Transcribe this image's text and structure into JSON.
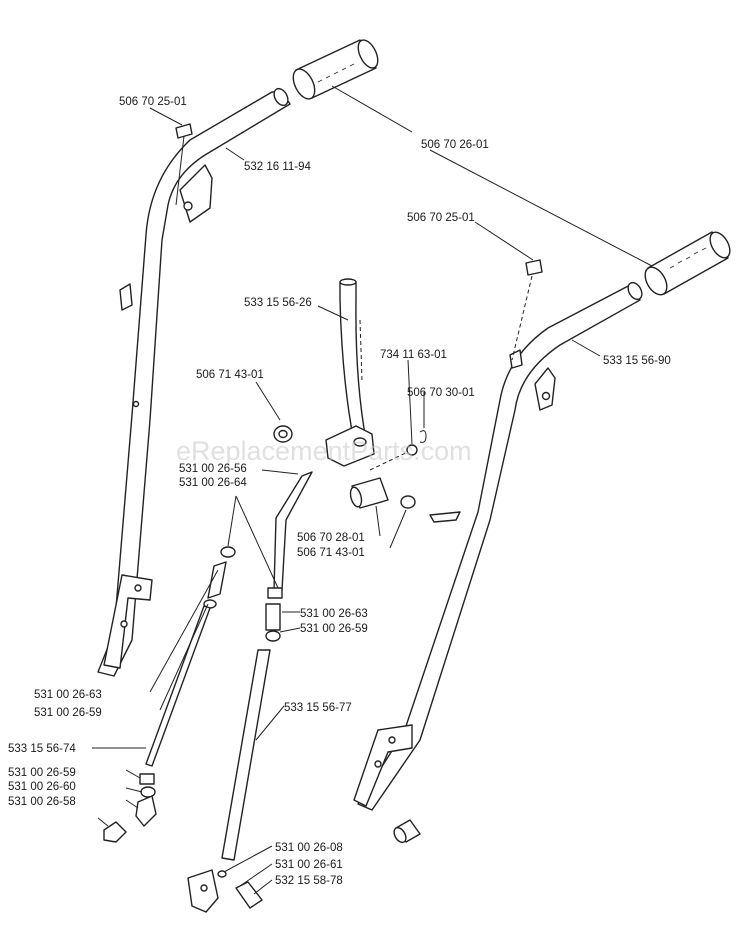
{
  "watermark": "eReplacementParts.com",
  "labels": [
    {
      "id": "l01",
      "text": "506 70 25-01"
    },
    {
      "id": "l02",
      "text": "532 16 11-94"
    },
    {
      "id": "l03",
      "text": "506 70 26-01"
    },
    {
      "id": "l04",
      "text": "506 70 25-01"
    },
    {
      "id": "l05",
      "text": "533 15 56-26"
    },
    {
      "id": "l06",
      "text": "734 11 63-01"
    },
    {
      "id": "l07",
      "text": "533 15 56-90"
    },
    {
      "id": "l08",
      "text": "506 71 43-01"
    },
    {
      "id": "l09",
      "text": "506 70 30-01"
    },
    {
      "id": "l10",
      "text": "531 00 26-56"
    },
    {
      "id": "l11",
      "text": "531 00 26-64"
    },
    {
      "id": "l12",
      "text": "506 70 28-01"
    },
    {
      "id": "l13",
      "text": "506 71 43-01"
    },
    {
      "id": "l14",
      "text": "531 00 26-63"
    },
    {
      "id": "l15",
      "text": "531 00 26-59"
    },
    {
      "id": "l16",
      "text": "531 00 26-63"
    },
    {
      "id": "l17",
      "text": "531 00 26-59"
    },
    {
      "id": "l18",
      "text": "533 15 56-77"
    },
    {
      "id": "l19",
      "text": "533 15 56-74"
    },
    {
      "id": "l20",
      "text": "531 00 26-59"
    },
    {
      "id": "l21",
      "text": "531 00 26-60"
    },
    {
      "id": "l22",
      "text": "531 00 26-58"
    },
    {
      "id": "l23",
      "text": "531 00 26-08"
    },
    {
      "id": "l24",
      "text": "531 00 26-61"
    },
    {
      "id": "l25",
      "text": "532 15 58-78"
    }
  ]
}
